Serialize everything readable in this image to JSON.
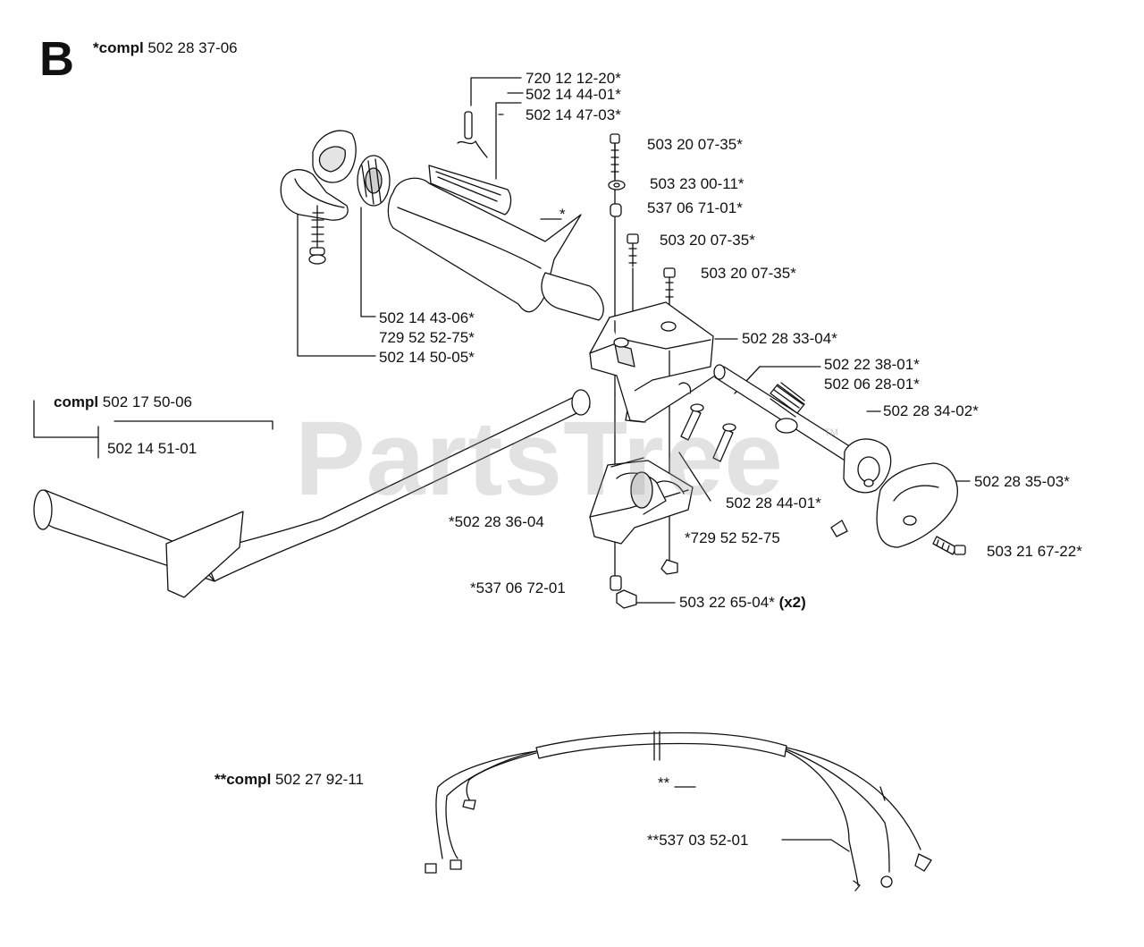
{
  "section_letter": "B",
  "watermark": "PartsTree",
  "watermark_tm": "TM",
  "colors": {
    "line": "#111111",
    "fill": "#ffffff",
    "shade": "#cfcfcf",
    "watermark": "#969696"
  },
  "headers": [
    {
      "id": "main-assembly",
      "prefix": "*compl",
      "number": "502 28 37-06"
    },
    {
      "id": "tube-assembly",
      "prefix": "compl",
      "number": "502 17 50-06"
    },
    {
      "id": "cable-assembly",
      "prefix": "**compl",
      "number": "502 27 92-11"
    }
  ],
  "part_labels": [
    "720 12 12-20*",
    "502 14 44-01*",
    "502 14 47-03*",
    "503 20 07-35*",
    "503 23 00-11*",
    "537 06 71-01*",
    "503 20 07-35*",
    "503 20 07-35*",
    "502 28 33-04*",
    "502 22 38-01*",
    "502 06 28-01*",
    "502 28 34-02*",
    "502 28 35-03*",
    "502 28 44-01*",
    "503 21 67-22*",
    "502 14 43-06*",
    "729 52 52-75*",
    "502 14 50-05*",
    "502 14 51-01",
    "*502 28 36-04",
    "*729 52 52-75",
    "*537 06 72-01",
    "503 22 65-04*",
    "*",
    "**",
    "**537 03 52-01"
  ],
  "quantity_note": "(x2)"
}
